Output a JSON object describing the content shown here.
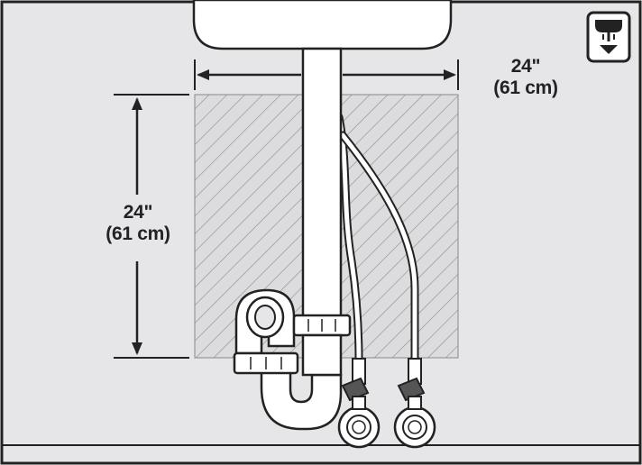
{
  "diagram": {
    "subject": "under-sink installation clearance",
    "colors": {
      "background": "#e6e6e8",
      "outline": "#222222",
      "hatch_area": "#d8d8da",
      "hatch_line": "#888888",
      "fixture_fill": "#ffffff"
    },
    "icon": "under-sink-mounting-icon"
  },
  "dimensions": {
    "horizontal": {
      "imperial": "24\"",
      "metric": "(61 cm)"
    },
    "vertical": {
      "imperial": "24\"",
      "metric": "(61 cm)"
    }
  }
}
